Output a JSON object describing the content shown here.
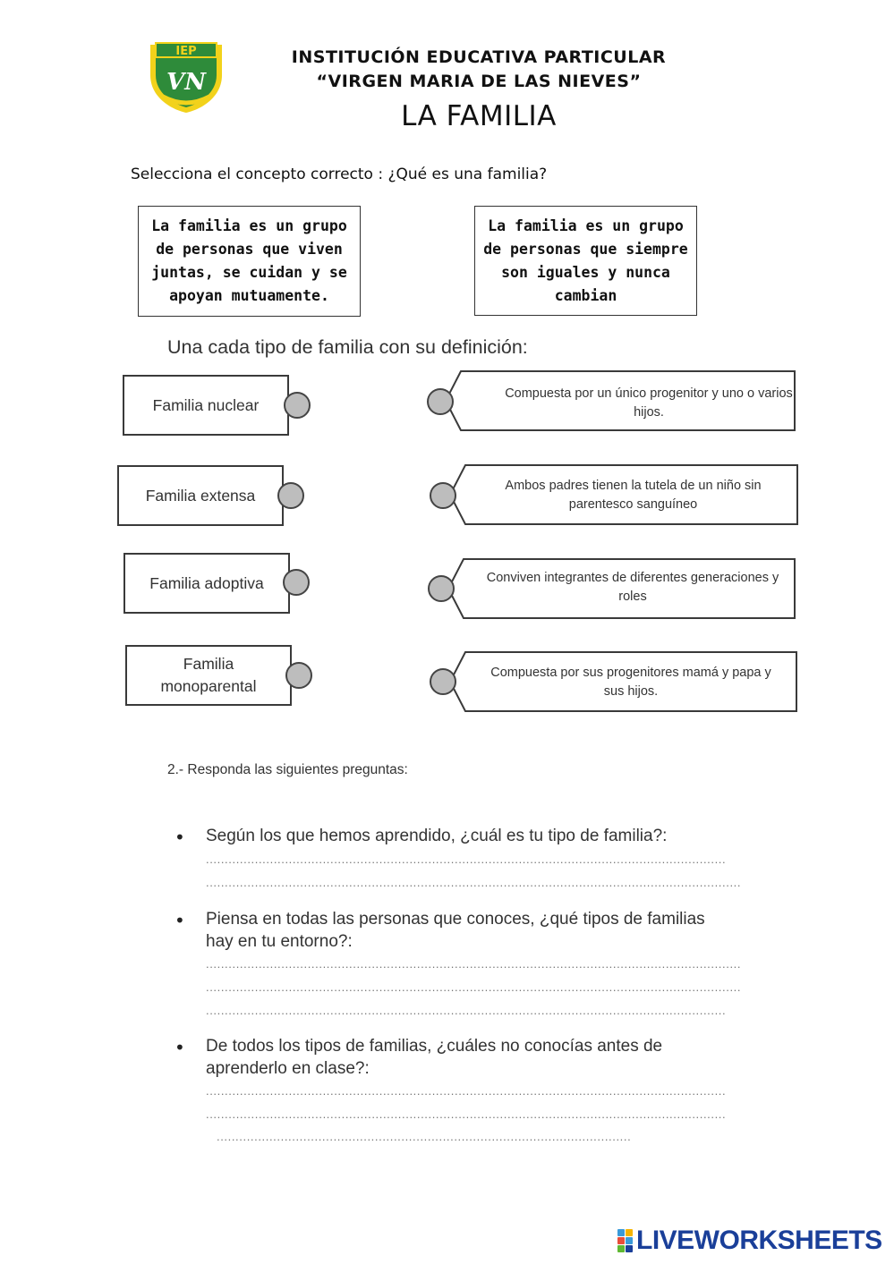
{
  "header": {
    "logo_text_top": "IEP",
    "logo_monogram": "VN",
    "institution_line1": "INSTITUCIÓN EDUCATIVA PARTICULAR",
    "institution_line2": "“VIRGEN MARIA DE LAS NIEVES”",
    "title": "LA FAMILIA"
  },
  "question1": {
    "instruction": "Selecciona el concepto correcto : ¿Qué es una familia?",
    "options": [
      "La familia es un grupo de personas que viven juntas, se cuidan y se apoyan mutuamente.",
      "La familia es un grupo de personas que siempre son iguales y nunca cambian"
    ]
  },
  "matching": {
    "title": "Una cada tipo de familia con su definición:",
    "types": [
      "Familia nuclear",
      "Familia extensa",
      "Familia adoptiva",
      "Familia monoparental"
    ],
    "definitions": [
      "Compuesta por un único progenitor y uno o varios hijos.",
      "Ambos padres tienen la tutela de un niño sin parentesco sanguíneo",
      "Conviven integrantes de diferentes generaciones y roles",
      "Compuesta por sus progenitores mamá y papa y sus hijos."
    ]
  },
  "question2": {
    "title": "2.- Responda las siguientes preguntas:",
    "bullet": "•",
    "items": [
      {
        "question": "Según los que hemos aprendido, ¿cuál es tu tipo de familia?:"
      },
      {
        "question": "Piensa en todas las personas que conoces, ¿qué tipos de familias hay en tu entorno?:"
      },
      {
        "question": "De todos los tipos de familias, ¿cuáles no conocías antes de aprenderlo en clase?:"
      }
    ],
    "dotted_line": "......................................................................................................................................................................",
    "dotted_line_end": "................................................................................................................................."
  },
  "footer": {
    "brand": "LIVEWORKSHEETS"
  },
  "colors": {
    "dot_fill": "#bdbdbd",
    "brand": "#1a3f99",
    "logo_green": "#2e8b3a",
    "logo_yellow": "#f2d21b"
  }
}
